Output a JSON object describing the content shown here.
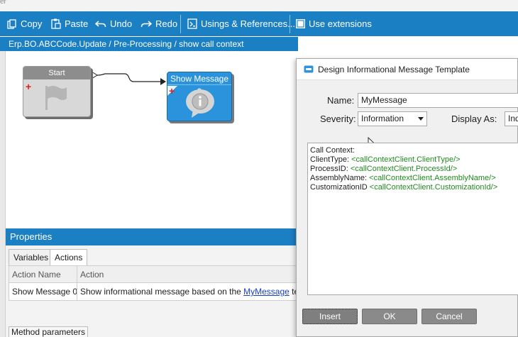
{
  "toolbar": {
    "items": [
      {
        "label": "Copy",
        "icon": "copy-icon"
      },
      {
        "label": "Paste",
        "icon": "paste-icon"
      },
      {
        "label": "Undo",
        "icon": "undo-icon"
      },
      {
        "label": "Redo",
        "icon": "redo-icon"
      },
      {
        "label": "Usings & References...",
        "icon": "usings-icon"
      },
      {
        "label": "Use extensions",
        "icon": "checkbox-icon"
      }
    ],
    "accent": "#1b7fc4"
  },
  "breadcrumb": "Erp.BO.ABCCode.Update / Pre-Processing / show call context",
  "workflow": {
    "start_label": "Start",
    "message_label": "Show Message 0"
  },
  "properties": {
    "title": "Properties",
    "tabs": [
      "Variables",
      "Actions"
    ],
    "active_tab": "Actions",
    "columns": [
      "Action Name",
      "Action"
    ],
    "rows": [
      {
        "name": "Show Message 0",
        "action_prefix": "Show informational message based on the ",
        "action_link": "MyMessage",
        "action_suffix": " te"
      }
    ],
    "bottom_tab": "Method parameters"
  },
  "dialog": {
    "title": "Design Informational Message Template",
    "name_label": "Name:",
    "name_value": "MyMessage",
    "severity_label": "Severity:",
    "severity_value": "Information",
    "display_as_label": "Display As:",
    "display_as_value": "Ind",
    "template_lines": [
      {
        "text": "Call Context:",
        "code": ""
      },
      {
        "text": "ClientType: ",
        "code": "<callContextClient.ClientType/>"
      },
      {
        "text": "ProcessID: ",
        "code": "<callContextClient.ProcessId/>"
      },
      {
        "text": "AssemblyName: ",
        "code": "<callContextClient.AssemblyName/>"
      },
      {
        "text": "CustomizationID ",
        "code": "<callContextClient.CustomizationId/>"
      }
    ],
    "buttons": {
      "insert": "Insert",
      "ok": "OK",
      "cancel": "Cancel"
    }
  }
}
